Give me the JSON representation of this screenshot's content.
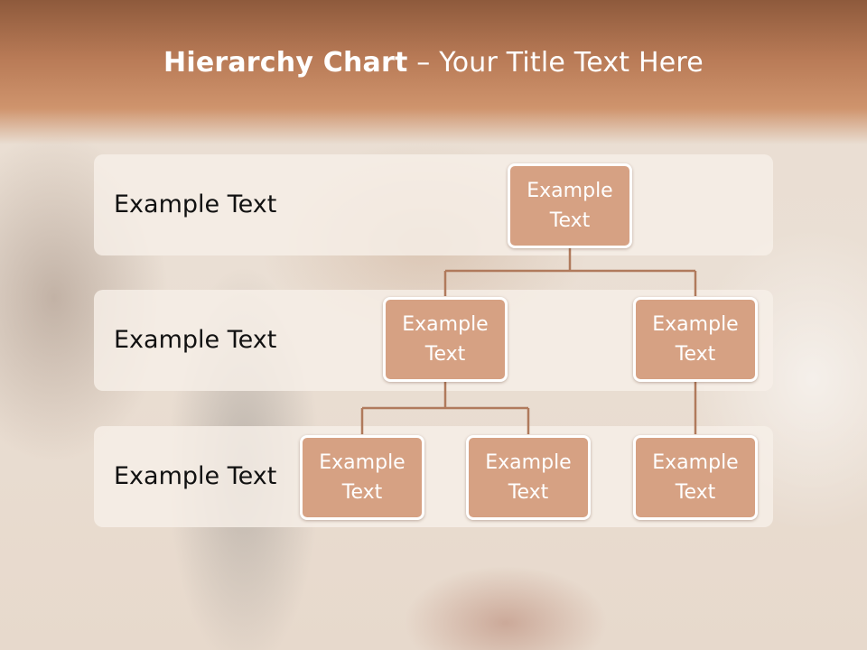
{
  "slide": {
    "title_bold": "Hierarchy Chart",
    "title_sep": " – ",
    "title_rest": "Your Title Text Here"
  },
  "levels": [
    {
      "label": "Example Text"
    },
    {
      "label": "Example Text"
    },
    {
      "label": "Example Text"
    }
  ],
  "nodes": {
    "root": "Example Text",
    "level2_left": "Example Text",
    "level2_right": "Example Text",
    "level3_a": "Example Text",
    "level3_b": "Example Text",
    "level3_c": "Example Text"
  },
  "colors": {
    "banner": "#b87a56",
    "node_fill": "#d6a183",
    "node_border": "#ffffff",
    "connector": "#b07a5c"
  }
}
